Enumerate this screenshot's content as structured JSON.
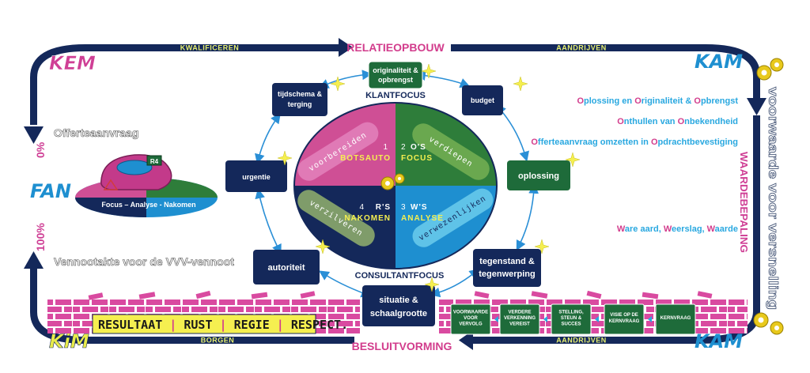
{
  "corners": {
    "top_left": "KEM",
    "top_right": "KAM",
    "bottom_left": "KiM",
    "bottom_right": "KAM",
    "left_middle": "FAN"
  },
  "frame": {
    "top_left_bar": "KWALIFICEREN",
    "top_center": "RELATIEOPBOUW",
    "top_right_bar": "AANDRIJVEN",
    "bottom_left_bar": "BORGEN",
    "bottom_center": "BESLUITVORMING",
    "bottom_right_bar": "AANDRIJVEN",
    "right_vertical_outer": "voorwaarde voor versnelling",
    "right_vertical_inner": "WAARDEBEPALING",
    "left_top_percent": "0%",
    "left_bottom_percent": "100%"
  },
  "left_panel": {
    "offerte": "Offerteaanvraag",
    "vennoot": "Vennootakte voor de VVV-vennoot",
    "car_badge": "R4",
    "disc_caption": "Focus – Analyse - Nakomen"
  },
  "circle": {
    "top_label": "KLANTFOCUS",
    "bottom_label": "CONSULTANTFOCUS",
    "quadrants": [
      {
        "word": "voorbereiden",
        "number": "1",
        "title": "BOTSAUTO"
      },
      {
        "word": "verdiepen",
        "number": "2",
        "title": "O'S",
        "subtitle": "FOCUS"
      },
      {
        "word": "verwezenlijken",
        "number": "3",
        "title": "W'S",
        "subtitle": "ANALYSE"
      },
      {
        "word": "verzilveren",
        "number": "4",
        "title": "R'S",
        "subtitle": "NAKOMEN"
      }
    ]
  },
  "cycle_boxes": {
    "originaliteit": "originaliteit & opbrengst",
    "budget": "budget",
    "oplossing": "oplossing",
    "tegenstand": "tegenstand & tegenwerping",
    "situatie": "situatie & schaalgrootte",
    "autoriteit": "autoriteit",
    "urgentie": "urgentie",
    "tijdschema": "tijdschema & terging"
  },
  "right_panel": {
    "line1": {
      "a": "O",
      "b": "plossing en ",
      "c": "O",
      "d": "riginaliteit & ",
      "e": "O",
      "f": "pbrengst"
    },
    "line2": {
      "a": "O",
      "b": "nthullen van ",
      "c": "O",
      "d": "nbekendheid"
    },
    "line3": {
      "a": "O",
      "b": "fferteaanvraag omzetten in ",
      "c": "O",
      "d": "pdrachtbevestiging"
    },
    "line4": {
      "a": "W",
      "b": "are aard, ",
      "c": "W",
      "d": "eerslag, ",
      "e": "W",
      "f": "aarde"
    }
  },
  "result_banner": {
    "w1": "RESULTAAT",
    "w2": "RUST",
    "w3": "REGIE",
    "w4": "RESPECT",
    "end": "."
  },
  "green_steps": [
    "VOORWAARDE VOOR VERVOLG",
    "VERDERE VERKENNING VEREIST",
    "STELLING, STEUN & SUCCES",
    "VISIE OP DE KERNVRAAG",
    "KERNVRAAG"
  ],
  "colors": {
    "navy": "#14285a",
    "green": "#1e6b3a",
    "pink": "#d23c8c",
    "quad_pink": "#cf4f95",
    "quad_green": "#2e7d3a",
    "quad_blue": "#1e8fd0",
    "quad_navy": "#14285a",
    "yellow": "#f5ef50",
    "brick": "#d94aa0",
    "cyan": "#29a8e0"
  }
}
